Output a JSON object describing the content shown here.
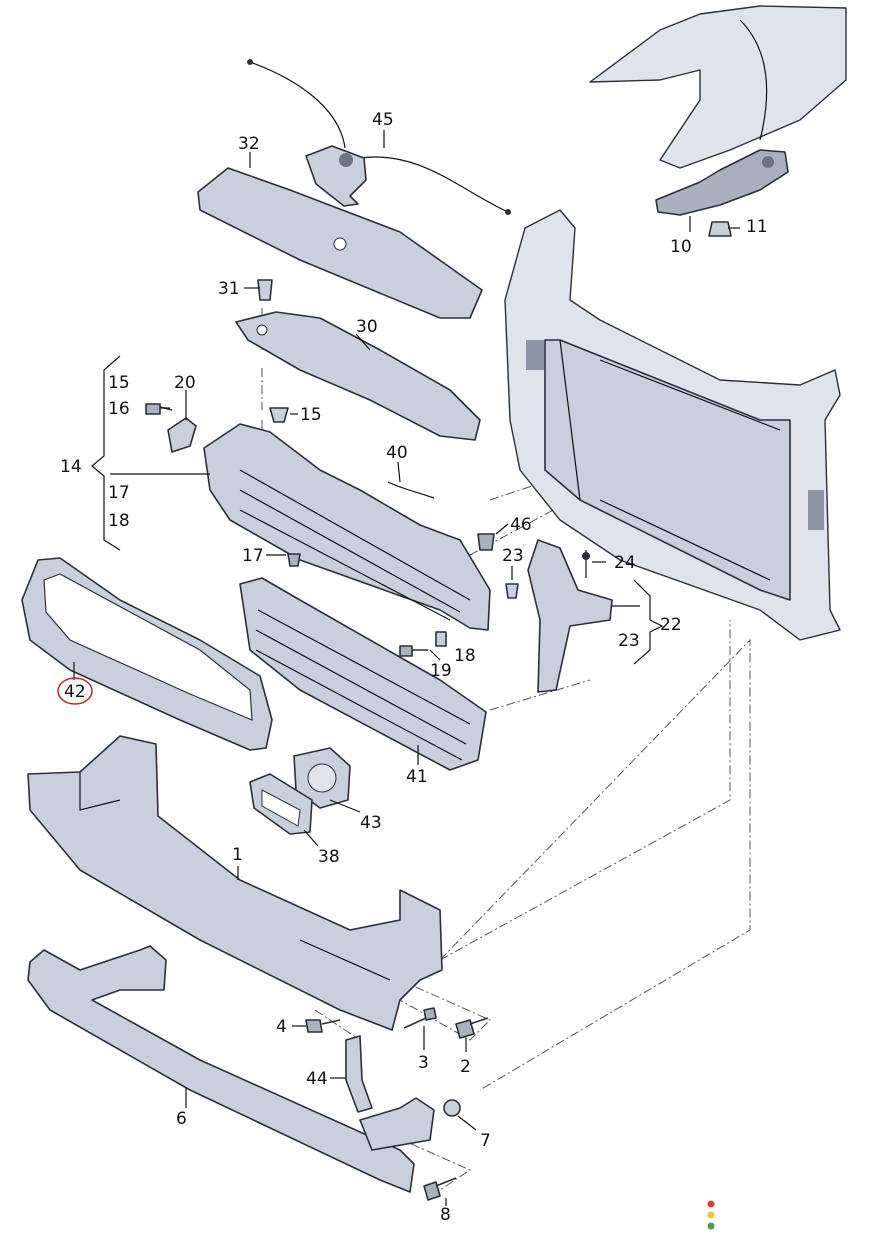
{
  "callouts": {
    "c1": "1",
    "c2": "2",
    "c3": "3",
    "c4": "4",
    "c6": "6",
    "c7": "7",
    "c8": "8",
    "c10": "10",
    "c11": "11",
    "c14": "14",
    "c15a": "15",
    "c15b": "15",
    "c16": "16",
    "c17a": "17",
    "c17b": "17",
    "c18a": "18",
    "c18b": "18",
    "c19": "19",
    "c20": "20",
    "c22": "22",
    "c23a": "23",
    "c23b": "23",
    "c24": "24",
    "c30": "30",
    "c31": "31",
    "c32": "32",
    "c38": "38",
    "c40": "40",
    "c41": "41",
    "c42": "42",
    "c43": "43",
    "c44": "44",
    "c45": "45",
    "c46": "46"
  },
  "highlight": {
    "part": "42",
    "ring_color": "#cc2222"
  },
  "status_dots": [
    "#e53935",
    "#fbc02d",
    "#43a047"
  ],
  "colors": {
    "part_fill": "#c9d0dd",
    "line": "#2a2f3a"
  }
}
